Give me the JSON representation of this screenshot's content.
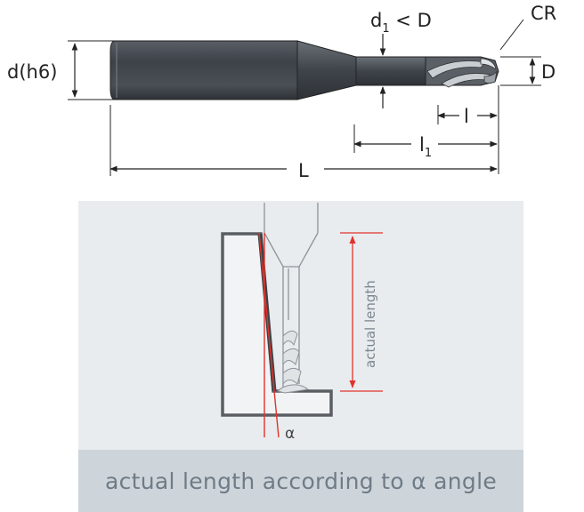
{
  "top_drawing": {
    "labels": {
      "shank_diameter": "d(h6)",
      "neck_d": "d",
      "neck_sub": "1",
      "neck_rel": " < D",
      "corner_radius": "CR",
      "cutting_diameter": "D",
      "cutting_length": "l",
      "reach_l": "l",
      "reach_sub": "1",
      "overall_length": "L"
    }
  },
  "detail_panel": {
    "vertical_label": "actual length",
    "angle_label": "α"
  },
  "caption": "actual length according to α angle",
  "colors": {
    "line": "#222222",
    "tool_dark": "#555a60",
    "tool_mid": "#8d939a",
    "panel_bg": "#e9ecef",
    "caption_bg": "#cdd5db",
    "caption_text": "#6f7b86",
    "accent_red": "#e2332b",
    "wall": "#5a5e63"
  }
}
